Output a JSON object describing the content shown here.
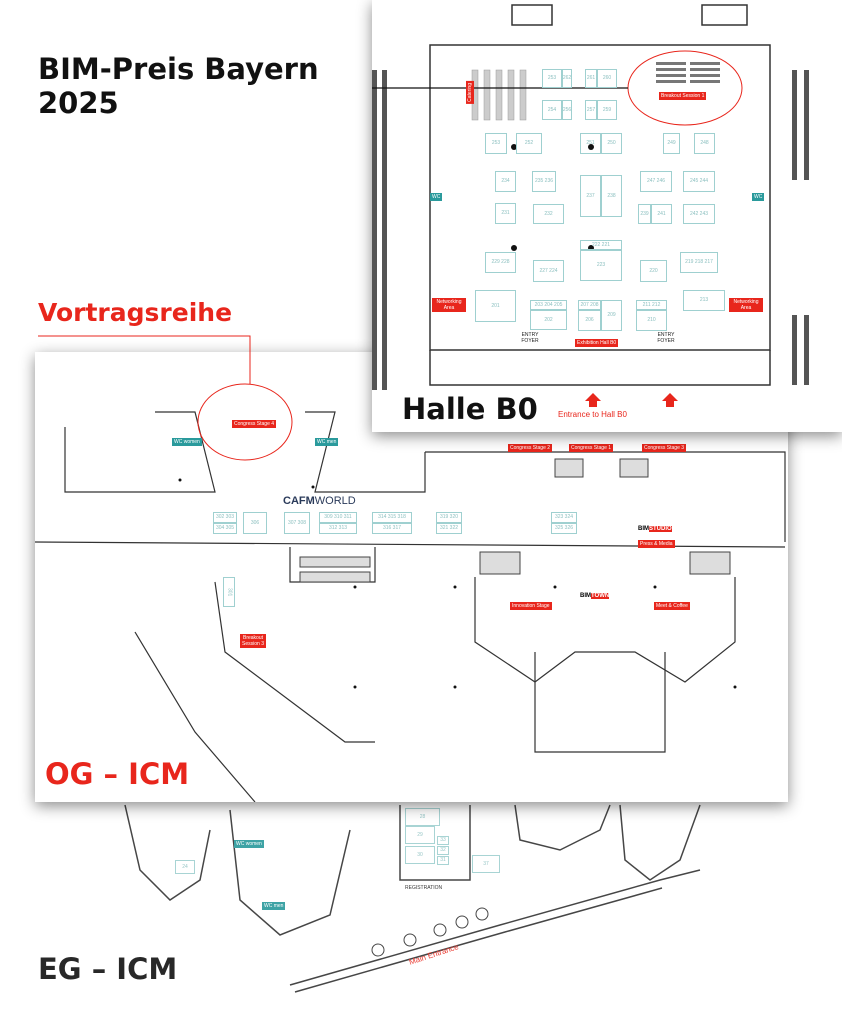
{
  "title": {
    "line1": "BIM-Preis Bayern",
    "line2": "2025"
  },
  "halle_b0": {
    "heading": "Halle B0",
    "entrance": "Entrance to Hall B0",
    "catering": "Catering",
    "breakout": "Breakout Session 1",
    "networking_left": "Networking Area",
    "networking_right": "Networking Area",
    "exhibition": "Exhibition Hall B0",
    "entry_left": "ENTRY FOYER",
    "entry_right": "ENTRY FOYER",
    "wc_left": "WC",
    "wc_right": "WC",
    "booths": [
      "253",
      "262",
      "261",
      "260",
      "254",
      "256",
      "257",
      "259",
      "253",
      "252",
      "251",
      "250",
      "249",
      "248",
      "234",
      "235 236",
      "237",
      "238",
      "247 246",
      "245 244",
      "231",
      "232",
      "239",
      "241",
      "242 243",
      "222 221",
      "223",
      "229 228",
      "227 224",
      "220",
      "219 218 217",
      "201",
      "203 204 205",
      "202",
      "207 208",
      "206",
      "209",
      "211 212",
      "210",
      "213"
    ]
  },
  "og": {
    "heading": "OG – ICM",
    "section": "Vortragsreihe",
    "stage4": "Congress Stage 4",
    "stage2": "Congress Stage 2",
    "stage1": "Congress Stage 1",
    "stage3": "Congress Stage 3",
    "cafm_a": "CAFM",
    "cafm_b": "WORLD",
    "bim_a": "BIM",
    "studio": "STUDIO",
    "press": "Press & Media",
    "town": "TOWN",
    "innovation": "Innovation Stage",
    "meet": "Meet & Coffee",
    "breakout3": "Breakout Session 3",
    "wc_women": "WC women",
    "wc_men": "WC men",
    "booths": [
      "302 303",
      "304 305",
      "306",
      "307 308",
      "309 310 311",
      "312 313",
      "314 315 318",
      "316 317",
      "319 320",
      "321 322",
      "323 324",
      "325 326",
      "301"
    ]
  },
  "eg": {
    "heading": "EG – ICM",
    "wc_women": "WC women",
    "wc_men": "WC men",
    "registration": "REGISTRATION",
    "main_entrance": "Main Entrance",
    "booths": [
      "28",
      "29",
      "30",
      "31",
      "32",
      "33",
      "37",
      "24"
    ]
  }
}
